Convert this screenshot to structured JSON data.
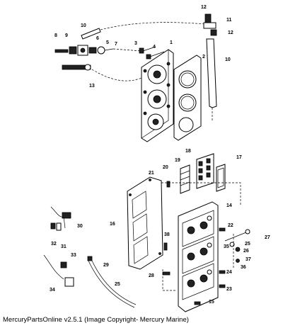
{
  "callouts": [
    "1",
    "2",
    "3",
    "4",
    "5",
    "6",
    "7",
    "8",
    "9",
    "10",
    "11",
    "12",
    "13",
    "14",
    "15",
    "16",
    "17",
    "18",
    "19",
    "20",
    "21",
    "22",
    "23",
    "24",
    "25",
    "26",
    "27",
    "28",
    "29",
    "30",
    "31",
    "32",
    "33",
    "34",
    "35",
    "36",
    "37",
    "38"
  ],
  "footer": {
    "text": "MercuryPartsOnline v2.5.1 (Image Copyright- Mercury Marine)"
  }
}
